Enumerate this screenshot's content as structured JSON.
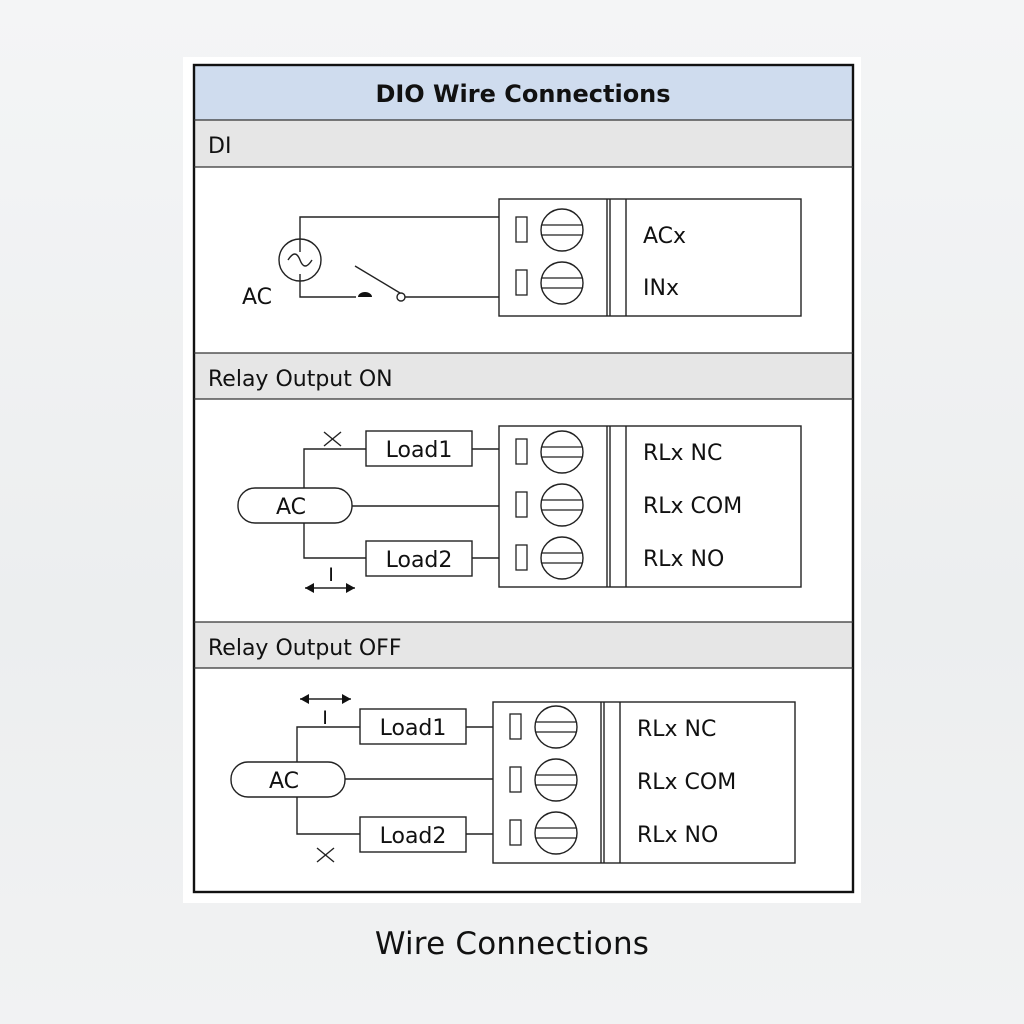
{
  "table_title": "DIO Wire Connections",
  "sections": {
    "di": {
      "header": "DI",
      "source_label": "AC",
      "terminals": [
        "ACx",
        "INx"
      ]
    },
    "relay_on": {
      "header": "Relay Output ON",
      "source_label": "AC",
      "loads": [
        "Load1",
        "Load2"
      ],
      "current_label": "I",
      "terminals": [
        "RLx NC",
        "RLx COM",
        "RLx NO"
      ]
    },
    "relay_off": {
      "header": "Relay Output OFF",
      "source_label": "AC",
      "loads": [
        "Load1",
        "Load2"
      ],
      "current_label": "I",
      "terminals": [
        "RLx NC",
        "RLx COM",
        "RLx NO"
      ]
    }
  },
  "caption": "Wire Connections",
  "colors": {
    "title_bg": "#cfdcee",
    "section_header_bg": "#e6e6e6",
    "line": "#222222"
  }
}
